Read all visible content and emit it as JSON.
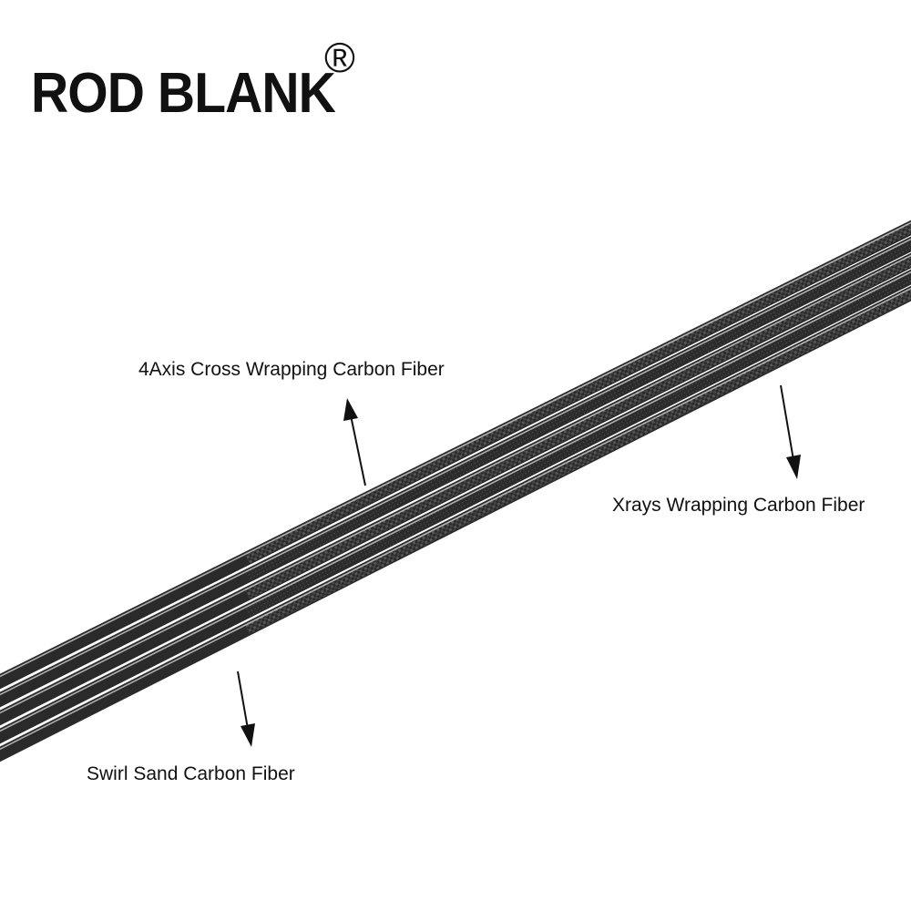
{
  "brand": {
    "name": "ROD BLANK",
    "registered_mark": "®"
  },
  "labels": {
    "four_axis": "4Axis Cross Wrapping Carbon Fiber",
    "xrays": "Xrays Wrapping Carbon Fiber",
    "swirl": "Swirl Sand Carbon Fiber"
  },
  "rods": {
    "count": 5,
    "finishes": [
      "Swirl Sand",
      "Xrays Wrapping",
      "4Axis Cross Wrapping"
    ]
  },
  "colors": {
    "background": "#ffffff",
    "text": "#111111",
    "rod": "#2a2a2a",
    "rod_highlight": "#d8d8d8"
  }
}
